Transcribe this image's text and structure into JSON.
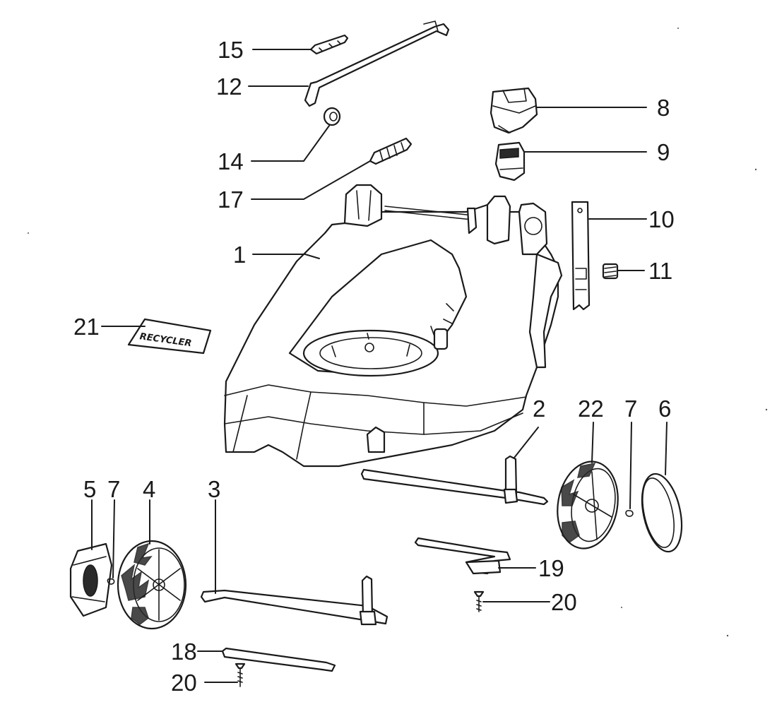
{
  "callouts": {
    "p1": "1",
    "p2": "2",
    "p3": "3",
    "p4": "4",
    "p5": "5",
    "p6": "6",
    "p7a": "7",
    "p7b": "7",
    "p8": "8",
    "p9": "9",
    "p10": "10",
    "p11": "11",
    "p12": "12",
    "p14": "14",
    "p15": "15",
    "p17": "17",
    "p18": "18",
    "p19": "19",
    "p20a": "20",
    "p20b": "20",
    "p21": "21",
    "p22": "22"
  },
  "decal_text": "RECYCLER",
  "colors": {
    "ink": "#1a1a1a",
    "paper": "#ffffff"
  }
}
